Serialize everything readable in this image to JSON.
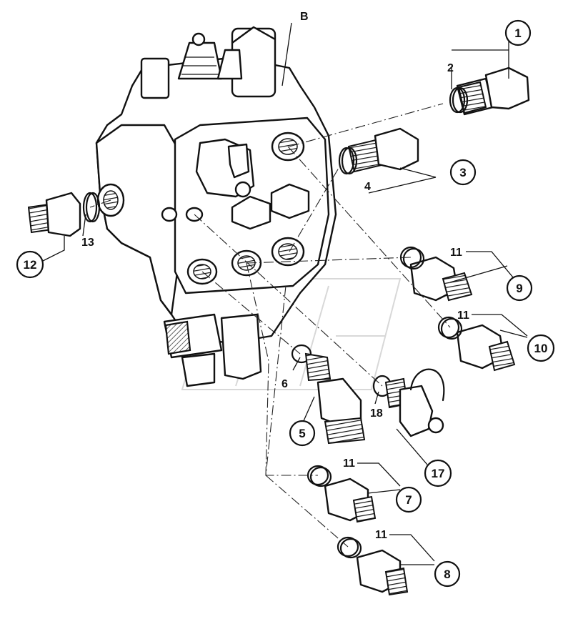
{
  "diagram": {
    "body_label": "B",
    "callouts": {
      "c1": "1",
      "c3": "3",
      "c5": "5",
      "c7": "7",
      "c8": "8",
      "c9": "9",
      "c10": "10",
      "c12": "12",
      "c17": "17"
    },
    "labels": {
      "l2": "2",
      "l4": "4",
      "l6": "6",
      "l13": "13",
      "l18": "18",
      "l11a": "11",
      "l11b": "11",
      "l11c": "11",
      "l11d": "11"
    }
  }
}
